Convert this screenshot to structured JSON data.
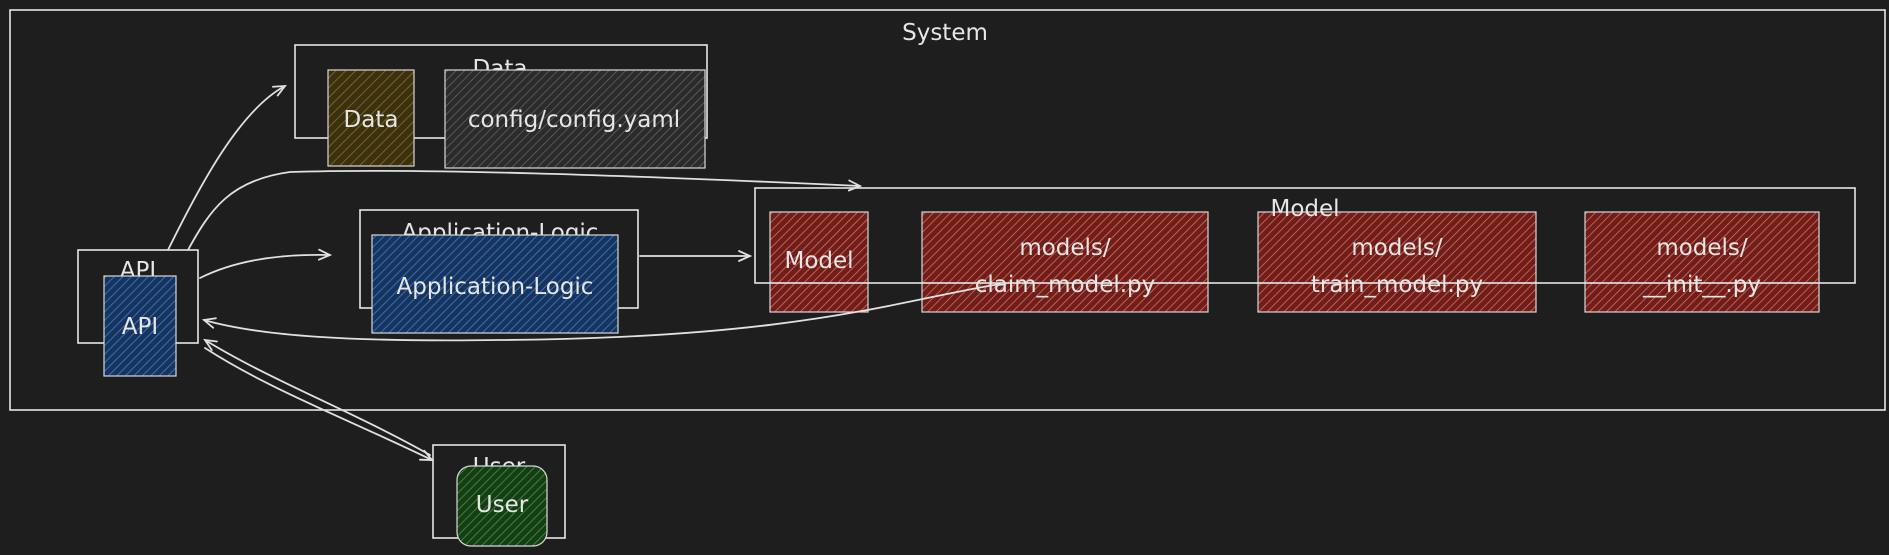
{
  "system": {
    "label": "System"
  },
  "data_group": {
    "label": "Data",
    "items": [
      {
        "label": "Data",
        "color": "#5a4a12"
      },
      {
        "label": "config/config.yaml",
        "color": "#3a3a3a"
      }
    ]
  },
  "logic_group": {
    "label": "Application-Logic",
    "items": [
      {
        "label": "Application-Logic",
        "color": "#1f5aa6"
      }
    ]
  },
  "model_group": {
    "label": "Model",
    "items": [
      {
        "label": "Model",
        "color": "#c0392b"
      },
      {
        "line1": "models/",
        "line2": "claim_model.py",
        "color": "#c0392b"
      },
      {
        "line1": "models/",
        "line2": "train_model.py",
        "color": "#c0392b"
      },
      {
        "line1": "models/",
        "line2": "__init__.py",
        "color": "#c0392b"
      }
    ]
  },
  "api_group": {
    "label": "API",
    "items": [
      {
        "label": "API",
        "color": "#1f5aa6"
      }
    ]
  },
  "user_group": {
    "label": "User",
    "items": [
      {
        "label": "User",
        "color": "#2d7a2d"
      }
    ]
  }
}
